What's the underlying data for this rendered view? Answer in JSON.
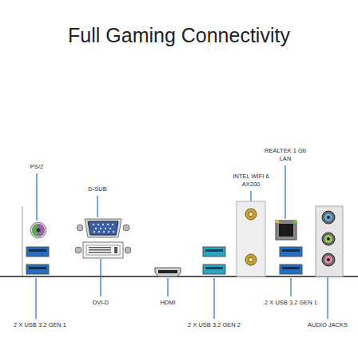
{
  "diagram": {
    "title": "Full Gaming Connectivity",
    "labels": [
      "PS/2",
      "D-SUB",
      "INTEL WIFI 6 AX200",
      "REALTEK 1 Gb LAN",
      "DVI-D",
      "HDMI",
      "2 X USB 3.2 GEN 1",
      "2 X USB 3.2 GEN 2",
      "2 X USB 3.2 GEN 1",
      "AUDIO JACKS"
    ]
  }
}
